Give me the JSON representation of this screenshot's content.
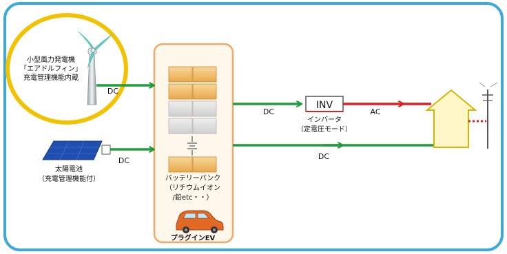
{
  "wind": {
    "line1": "小型風力発電機",
    "line2": "「エアドルフィン」",
    "line3": "充電管理機能内蔵"
  },
  "solar": {
    "line1": "太陽電池",
    "line2": "（充電管理機能付）"
  },
  "battery": {
    "line1": "バッテリーバンク",
    "line2": "（リチウムイオン",
    "line3": "/鉛etc・・）"
  },
  "ev": {
    "label": "プラグインEV"
  },
  "inverter": {
    "box_label": "INV",
    "line1": "インバータ",
    "line2": "（定電圧モード）"
  },
  "flows": {
    "wind_dc": "DC",
    "solar_dc": "DC",
    "battery_to_inv_dc": "DC",
    "ac": "AC",
    "direct_dc": "DC"
  },
  "colors": {
    "frame": "#39a9e0",
    "highlight_circle": "#f2c200",
    "battery_panel_border": "#f0a868",
    "battery_panel_fill": "#fff6ec",
    "dc_line": "#1f9e3a",
    "ac_line": "#e02020",
    "solar_panel": "#1f4fb0",
    "house_fill": "#fff7c8",
    "house_stroke": "#d8b400",
    "battery_cell": "#f2c474",
    "battery_cell_empty": "#d9d9d9",
    "car": "#e06a25",
    "inverter_border": "#555555"
  }
}
